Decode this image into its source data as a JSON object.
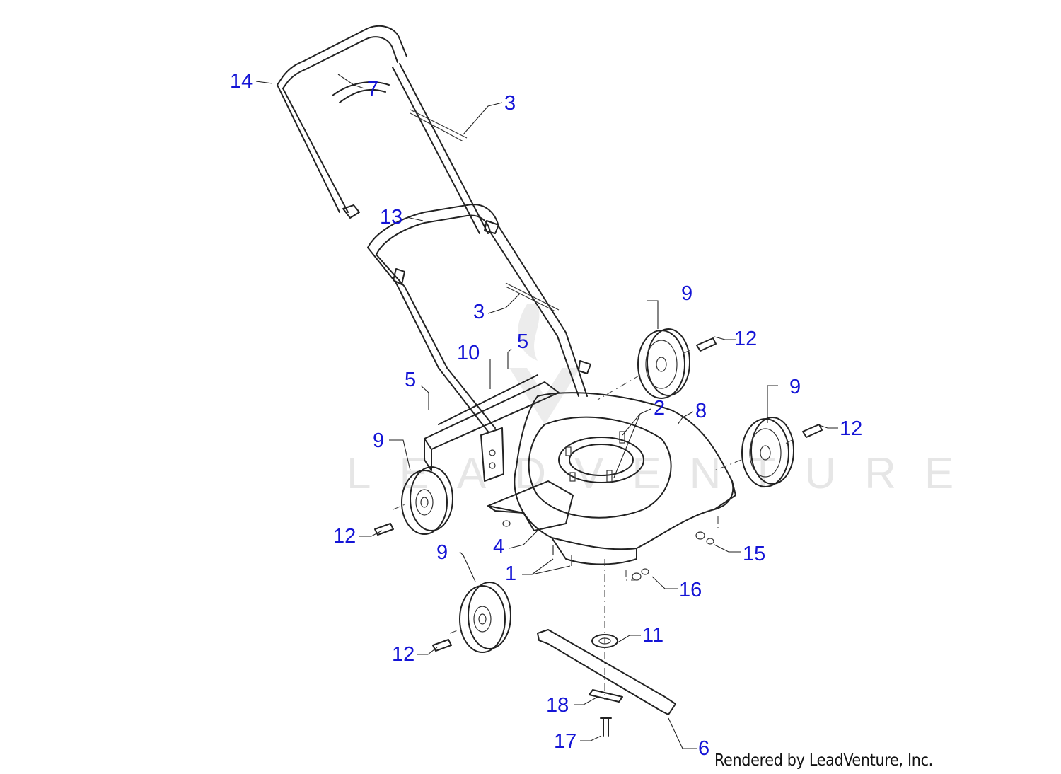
{
  "callouts": {
    "c1": "1",
    "c2": "2",
    "c3a": "3",
    "c3b": "3",
    "c4": "4",
    "c5a": "5",
    "c5b": "5",
    "c6": "6",
    "c7": "7",
    "c8": "8",
    "c9a": "9",
    "c9b": "9",
    "c9c": "9",
    "c9d": "9",
    "c10": "10",
    "c11": "11",
    "c12a": "12",
    "c12b": "12",
    "c12c": "12",
    "c12d": "12",
    "c13": "13",
    "c14": "14",
    "c15": "15",
    "c16": "16",
    "c17": "17",
    "c18": "18"
  },
  "watermark": "LEADVENTURE",
  "credit": "Rendered by LeadVenture, Inc.",
  "colors": {
    "callout": "#1414d6",
    "line": "#222222",
    "watermark": "#e6e6e6"
  }
}
